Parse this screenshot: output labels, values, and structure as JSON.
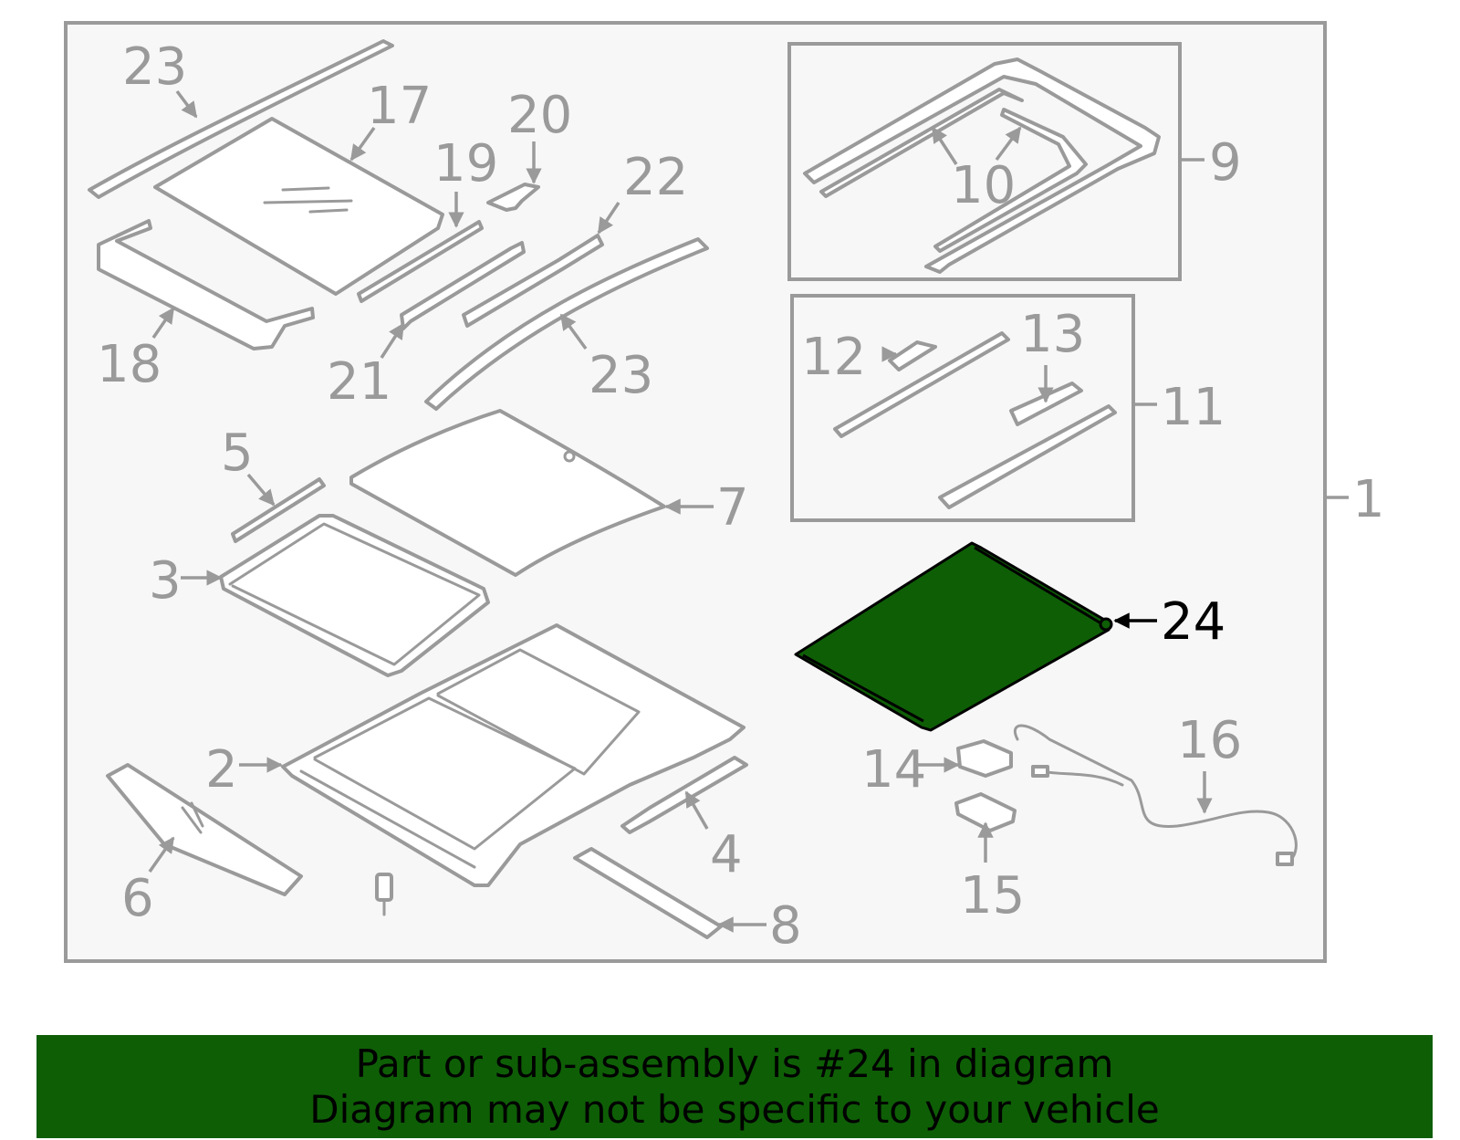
{
  "diagram": {
    "highlight_color": "#0e5e06",
    "callouts": {
      "c1": "1",
      "c2": "2",
      "c3": "3",
      "c4": "4",
      "c5": "5",
      "c6": "6",
      "c7": "7",
      "c8": "8",
      "c9": "9",
      "c10": "10",
      "c11": "11",
      "c12": "12",
      "c13": "13",
      "c14": "14",
      "c15": "15",
      "c16": "16",
      "c17": "17",
      "c18": "18",
      "c19": "19",
      "c20": "20",
      "c21": "21",
      "c22": "22",
      "c23a": "23",
      "c23b": "23",
      "c24": "24"
    }
  },
  "banner": {
    "line1": "Part or sub-assembly is #24 in diagram",
    "line2": "Diagram may not be specific to your vehicle"
  }
}
